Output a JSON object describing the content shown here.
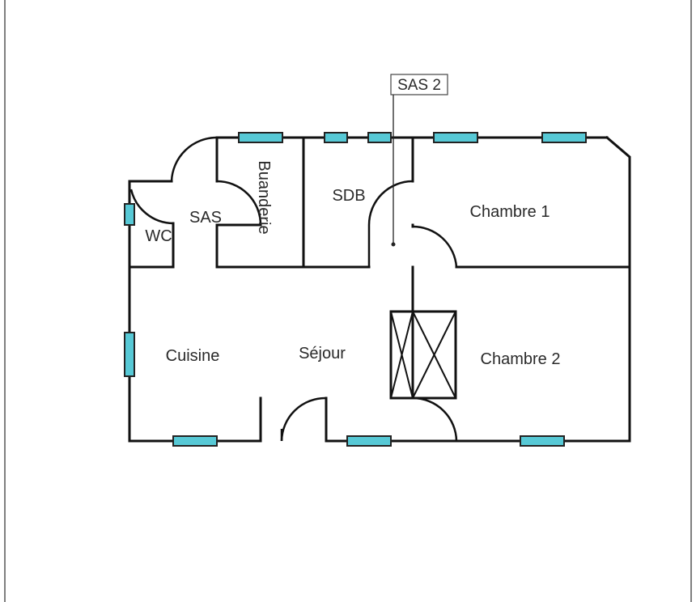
{
  "rooms": {
    "wc": "WC",
    "sas": "SAS",
    "buanderie": "Buanderie",
    "sdb": "SDB",
    "chambre1": "Chambre 1",
    "cuisine": "Cuisine",
    "sejour": "Séjour",
    "chambre2": "Chambre 2"
  },
  "callout": {
    "label": "SAS 2"
  },
  "colors": {
    "window": "#57c9d6",
    "wall": "#111111",
    "background": "#ffffff"
  }
}
